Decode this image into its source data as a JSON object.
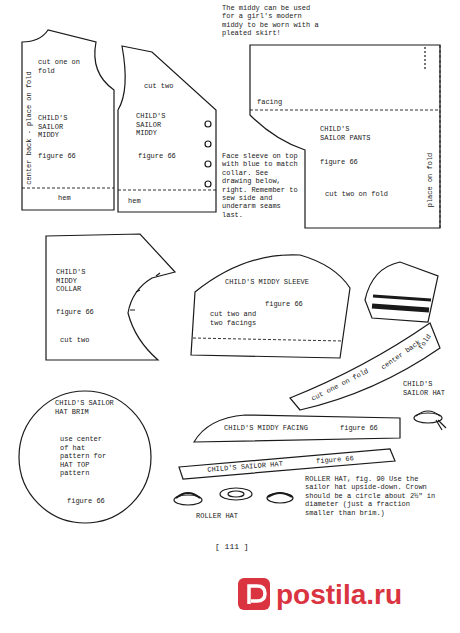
{
  "diagram": {
    "nodes": [
      {
        "text": [
          "cut one on fold",
          "CHILD'S SAILOR MIDDY",
          "figure 66",
          "hem",
          "center back - place on fold"
        ]
      },
      {
        "text": [
          "cut two",
          "CHILD'S SAILOR MIDDY",
          "figure 66",
          "hem"
        ]
      },
      {
        "text": [
          "facing",
          "CHILD'S SAILOR PANTS",
          "figure 66",
          "cut two on fold",
          "place on fold"
        ]
      },
      {
        "text": [
          "CHILD'S MIDDY COLLAR",
          "figure 66",
          "cut two"
        ]
      },
      {
        "text": [
          "CHILD'S MIDDY SLEEVE",
          "figure 66",
          "cut two and two facings"
        ]
      },
      {
        "text": [
          "center back",
          "fold",
          "cut one on fold",
          "CHILD'S SAILOR HAT"
        ]
      },
      {
        "text": [
          "CHILD'S SAILOR HAT BRIM",
          "use center of hat pattern for HAT TOP pattern",
          "figure 66"
        ]
      },
      {
        "text": [
          "CHILD'S MIDDY FACING",
          "figure 66"
        ]
      },
      {
        "text": [
          "CHILD'S SAILOR HAT",
          "figure 66"
        ]
      }
    ],
    "labels": [
      "The middy can be used for a girl's modern middy to be worn with a pleated skirt!",
      "Face sleeve on top with blue to match collar. See drawing below, right. Remember to sew side and underarm seams last.",
      "ROLLER HAT, fig. 90 Use the sailor hat upside-down. Crown should be a circle about 2½\" in diameter (just a fraction smaller than brim.)",
      "ROLLER HAT",
      "[ 111 ]",
      "postila.ru"
    ]
  }
}
